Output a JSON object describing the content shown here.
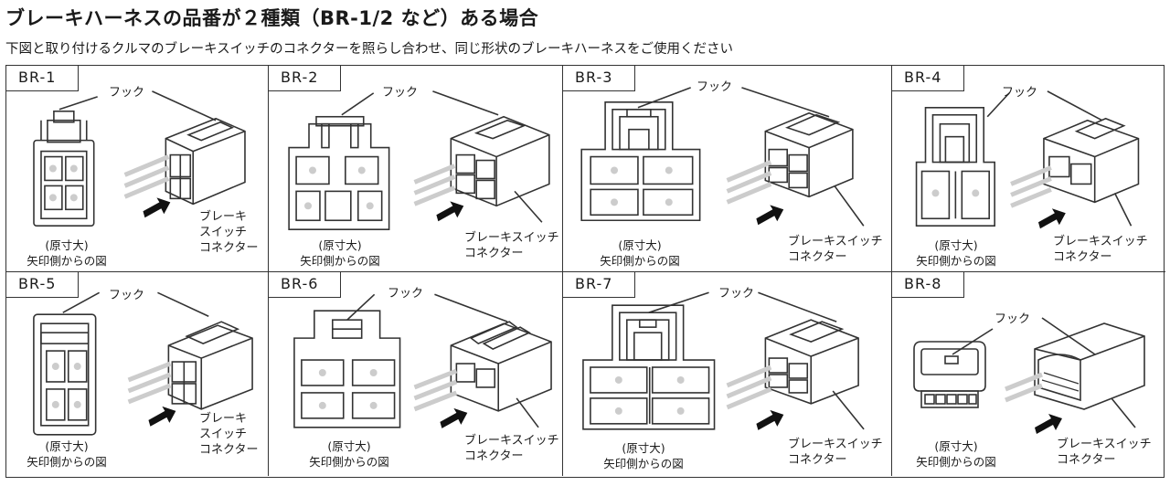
{
  "header": {
    "title": "ブレーキハーネスの品番が２種類（BR-1/2 など）ある場合",
    "subtitle": "下図と取り付けるクルマのブレーキスイッチのコネクターを照らし合わせ、同じ形状のブレーキハーネスをご使用ください"
  },
  "labels": {
    "hook": "フック",
    "actual_size": "(原寸大)",
    "arrow_view": "矢印側からの図",
    "switch_line1": "ブレーキスイッチ",
    "switch_line2": "コネクター",
    "switch_short1": "ブレーキ",
    "switch_short2": "スイッチ",
    "switch_short3": "コネクター"
  },
  "panels": [
    {
      "code": "BR-1"
    },
    {
      "code": "BR-2"
    },
    {
      "code": "BR-3"
    },
    {
      "code": "BR-4"
    },
    {
      "code": "BR-5"
    },
    {
      "code": "BR-6"
    },
    {
      "code": "BR-7"
    },
    {
      "code": "BR-8"
    }
  ]
}
